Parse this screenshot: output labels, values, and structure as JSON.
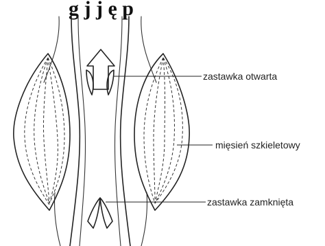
{
  "title": {
    "text": "g    j   j    ę p"
  },
  "labels": {
    "valve_open": "zastawka otwarta",
    "skeletal_muscle": "mięsień szkieletowy",
    "valve_closed": "zastawka zamknięta"
  },
  "colors": {
    "ink": "#222222",
    "background": "#ffffff"
  },
  "icons": {
    "flow_arrow": "up-arrow"
  }
}
